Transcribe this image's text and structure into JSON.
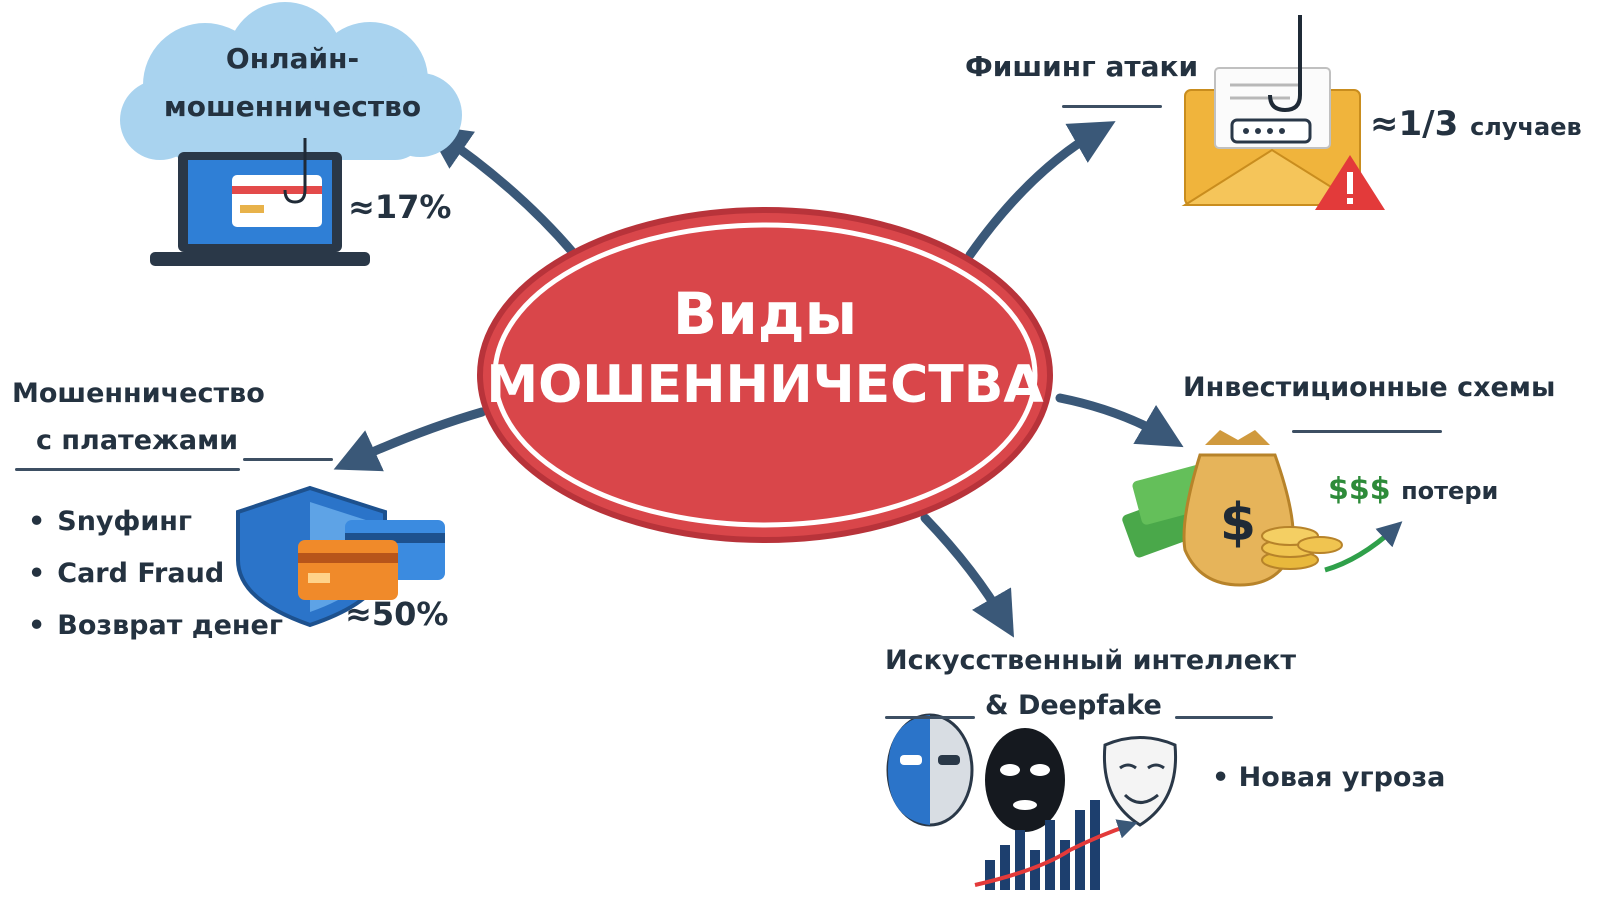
{
  "center": {
    "line1": "Виды",
    "line2": "МОШЕННИЧЕСТВА"
  },
  "online": {
    "line1": "Онлайн-",
    "line2": "мошенничество",
    "stat": "≈17%"
  },
  "phishing": {
    "title": "Фишинг атаки",
    "stat_big": "≈1/3",
    "stat_small": "случаев"
  },
  "payments": {
    "line1": "Мошенничество",
    "line2": "с платежами",
    "items": [
      "Snyфинг",
      "Card Fraud",
      "Возврат денег"
    ],
    "stat": "≈50%"
  },
  "investment": {
    "title": "Инвестиционные схемы",
    "stat_big": "$$$",
    "stat_small": "потери"
  },
  "ai": {
    "line1": "Искусственный интеллект",
    "line2": "& Deepfake",
    "bullet": "Новая угроза"
  },
  "colors": {
    "center_fill": "#d9464a",
    "arrow": "#3a5878",
    "cloud": "#a9d3ef"
  }
}
